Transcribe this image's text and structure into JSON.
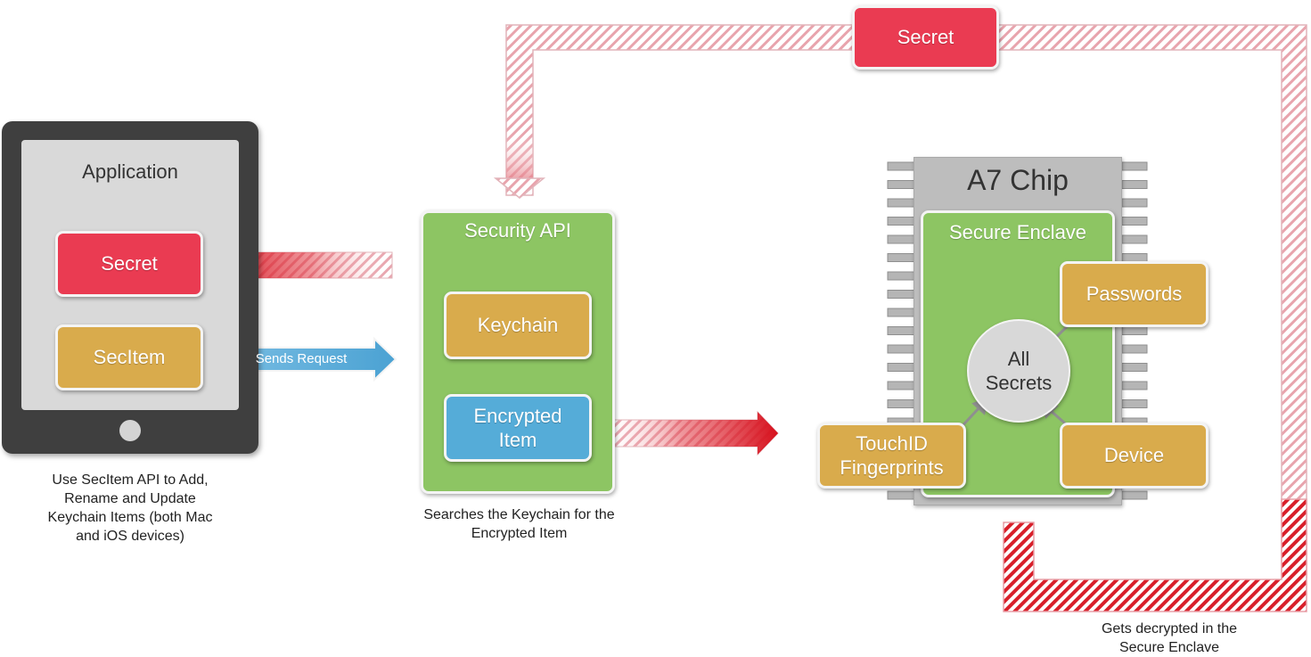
{
  "application": {
    "title": "Application",
    "secret_label": "Secret",
    "secitem_label": "SecItem",
    "caption": "Use SecItem API to Add, Rename and Update Keychain Items (both Mac and iOS devices)"
  },
  "request_arrow": {
    "label": "Sends Request"
  },
  "security_api": {
    "title": "Security API",
    "keychain_label": "Keychain",
    "encrypted_item_label": "Encrypted Item",
    "caption": "Searches the Keychain for the Encrypted Item"
  },
  "top_loop": {
    "secret_label": "Secret"
  },
  "a7_chip": {
    "title": "A7 Chip",
    "enclave_title": "Secure Enclave",
    "passwords_label": "Passwords",
    "all_secrets_label": "All Secrets",
    "touchid_label": "TouchID Fingerprints",
    "device_label": "Device"
  },
  "bottom_caption": "Gets decrypted in the Secure Enclave",
  "colors": {
    "red": "#ea3b52",
    "gold": "#d9ab4c",
    "blue": "#55acd8",
    "green": "#8dc563",
    "chip_gray": "#bdbdbd",
    "tablet_dark": "#3f3f3f"
  }
}
